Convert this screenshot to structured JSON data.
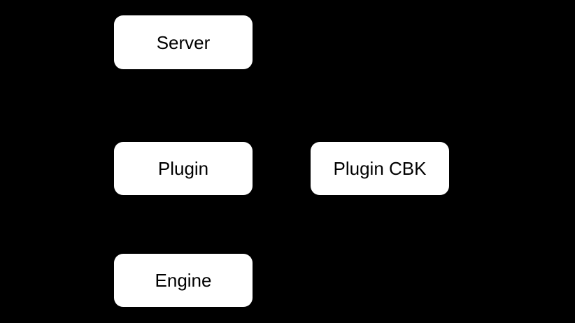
{
  "diagram": {
    "background_color": "#000000",
    "node_fill_color": "#ffffff",
    "node_text_color": "#000000",
    "nodes": [
      {
        "id": "server",
        "label": "Server"
      },
      {
        "id": "plugin",
        "label": "Plugin"
      },
      {
        "id": "plugin-cbk",
        "label": "Plugin CBK"
      },
      {
        "id": "engine",
        "label": "Engine"
      }
    ]
  }
}
